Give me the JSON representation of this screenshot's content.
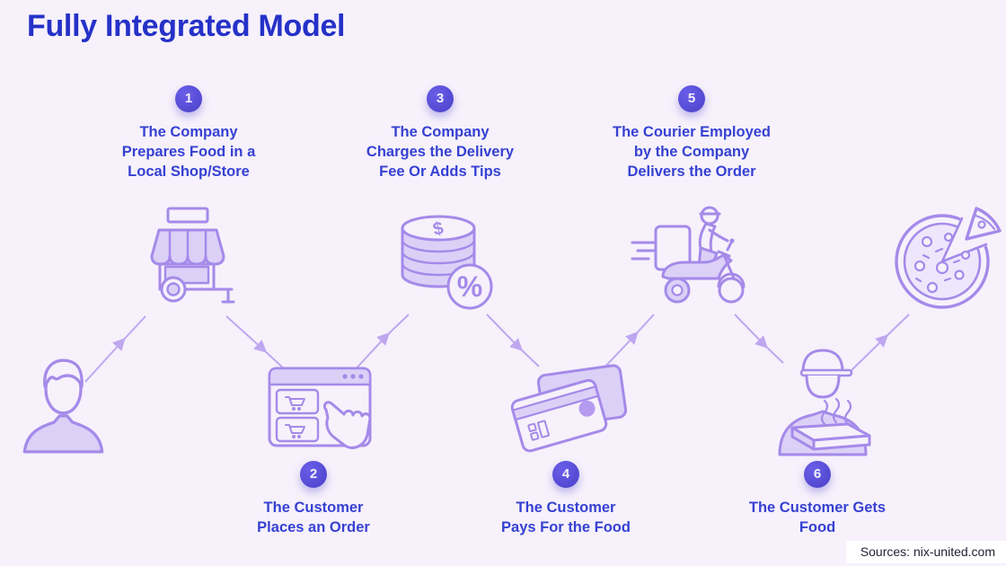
{
  "title": "Fully Integrated Model",
  "source_label": "Sources: nix-united.com",
  "steps": [
    {
      "number": "1",
      "caption": "The Company\nPrepares Food in a\nLocal Shop/Store"
    },
    {
      "number": "2",
      "caption": "The Customer\nPlaces an Order"
    },
    {
      "number": "3",
      "caption": "The Company\nCharges the Delivery\nFee Or Adds Tips"
    },
    {
      "number": "4",
      "caption": "The Customer\nPays For the Food"
    },
    {
      "number": "5",
      "caption": "The Courier Employed\nby the Company\nDelivers the Order"
    },
    {
      "number": "6",
      "caption": "The Customer Gets\nFood"
    }
  ],
  "icons": [
    "customer-icon",
    "storefront-icon",
    "order-browser-icon",
    "coins-percent-icon",
    "credit-cards-icon",
    "courier-scooter-icon",
    "delivery-person-icon",
    "pizza-icon"
  ],
  "icon_glyphs": {
    "dollar": "$",
    "percent": "%"
  },
  "colors": {
    "background": "#f6f1fb",
    "title": "#2531c8",
    "caption": "#3641d2",
    "badge": "#4e45cf",
    "icon_stroke": "#a58ae9",
    "icon_fill": "#dcd0f7",
    "arrow": "#bfa7f0",
    "source_bg": "#ffffff"
  }
}
